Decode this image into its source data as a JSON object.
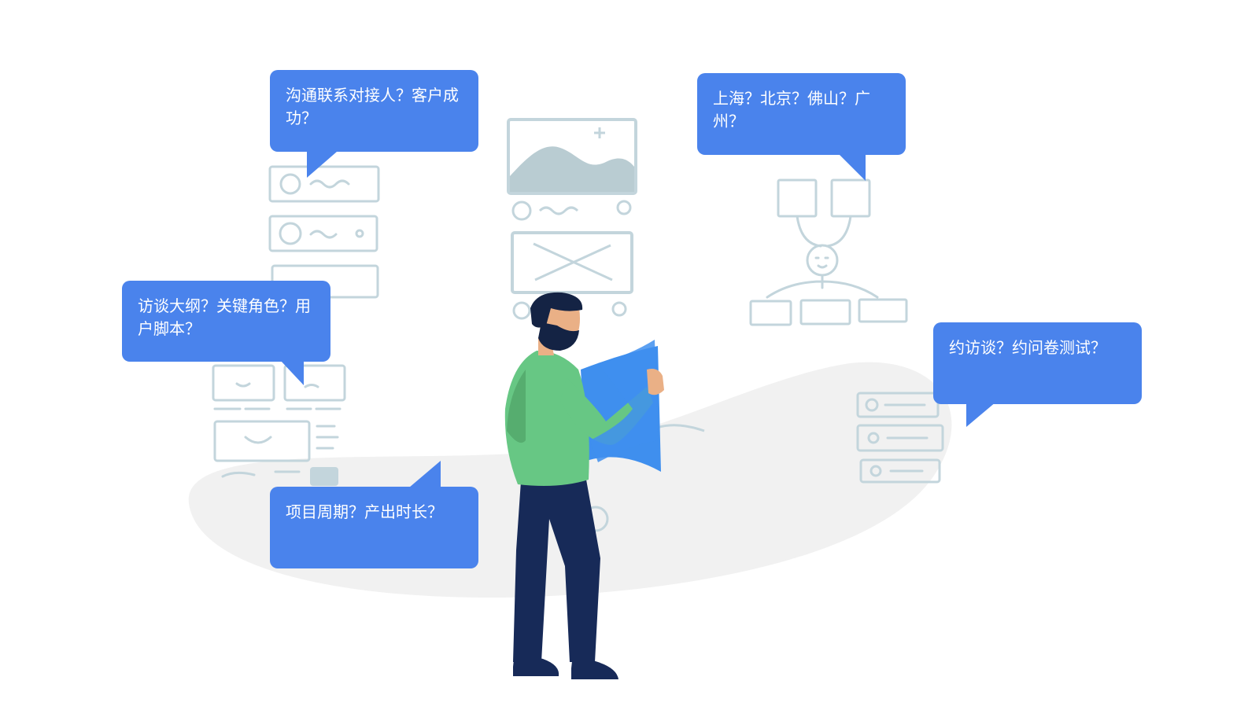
{
  "bubbles": {
    "contact": {
      "text": "沟通联系对接人？客户成功？"
    },
    "outline": {
      "text": "访谈大纲？关键角色？用户脚本？"
    },
    "cycle": {
      "text": "项目周期？产出时长？"
    },
    "city": {
      "text": "上海？北京？佛山？广州？"
    },
    "invite": {
      "text": "约访谈？约问卷测试？"
    }
  },
  "colors": {
    "bubble": "#4a83ec",
    "sketch": "#c3d5dc",
    "ground": "#f1f1f1",
    "shirt": "#67c784",
    "shirt_shadow": "#56ad6f",
    "pants": "#172a58",
    "hair": "#142344",
    "skin": "#eab086",
    "paper": "#3f8fee"
  }
}
